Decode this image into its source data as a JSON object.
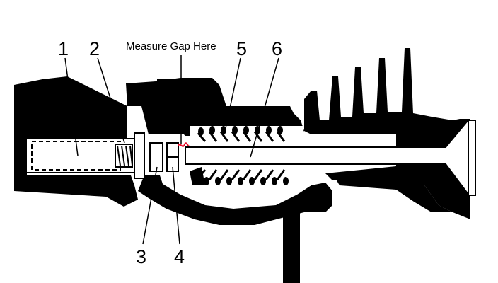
{
  "diagram": {
    "caption": "Measure Gap Here",
    "labels": [
      {
        "id": "1",
        "text": "1"
      },
      {
        "id": "2",
        "text": "2"
      },
      {
        "id": "3",
        "text": "3"
      },
      {
        "id": "4",
        "text": "4"
      },
      {
        "id": "5",
        "text": "5"
      },
      {
        "id": "6",
        "text": "6"
      }
    ],
    "colors": {
      "body": "#000000",
      "background": "#ffffff",
      "gap_marker": "#e8102c"
    }
  }
}
